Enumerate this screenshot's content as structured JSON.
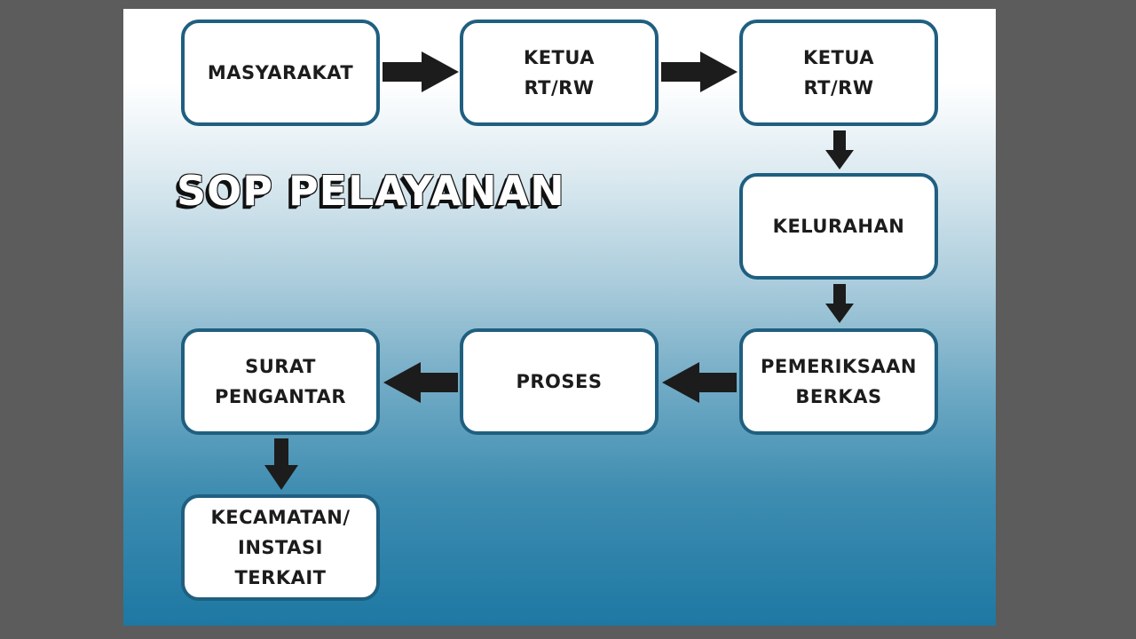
{
  "title": "SOP PELAYANAN",
  "nodes": {
    "masyarakat": "MASYARAKAT",
    "ketua_1": "KETUA\nRT/RW",
    "ketua_2": "KETUA\nRT/RW",
    "kelurahan": "KELURAHAN",
    "pemeriksaan": "PEMERIKSAAN\nBERKAS",
    "proses": "PROSES",
    "surat": "SURAT\nPENGANTAR",
    "kecamatan": "KECAMATAN/\nINSTASI\nTERKAIT"
  },
  "colors": {
    "box_border": "#1f5f80",
    "arrow": "#1c1c1c",
    "outer_background": "#5c5c5c"
  }
}
